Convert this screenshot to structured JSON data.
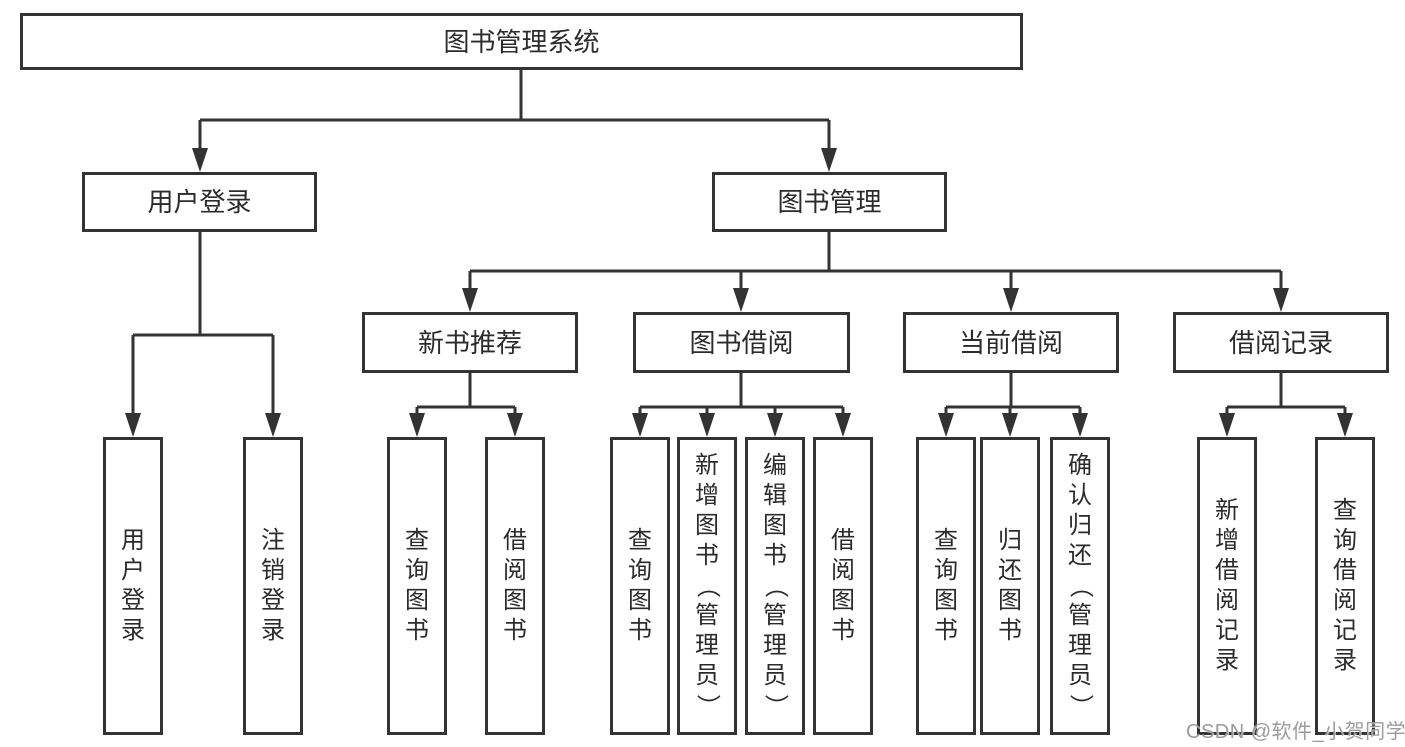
{
  "tree": {
    "label": "图书管理系统",
    "children": [
      {
        "label": "用户登录",
        "children": [
          {
            "label": "用户登录"
          },
          {
            "label": "注销登录"
          }
        ]
      },
      {
        "label": "图书管理",
        "children": [
          {
            "label": "新书推荐",
            "children": [
              {
                "label": "查询图书"
              },
              {
                "label": "借阅图书"
              }
            ]
          },
          {
            "label": "图书借阅",
            "children": [
              {
                "label": "查询图书"
              },
              {
                "label": "新增图书（管理员）"
              },
              {
                "label": "编辑图书（管理员）"
              },
              {
                "label": "借阅图书"
              }
            ]
          },
          {
            "label": "当前借阅",
            "children": [
              {
                "label": "查询图书"
              },
              {
                "label": "归还图书"
              },
              {
                "label": "确认归还（管理员）"
              }
            ]
          },
          {
            "label": "借阅记录",
            "children": [
              {
                "label": "新增借阅记录"
              },
              {
                "label": "查询借阅记录"
              }
            ]
          }
        ]
      }
    ]
  },
  "watermark": {
    "text": "CSDN @软件_小贺同学"
  },
  "colors": {
    "line": "#333333",
    "text": "#2b2b2b",
    "watermark": "#9c9c9c"
  }
}
